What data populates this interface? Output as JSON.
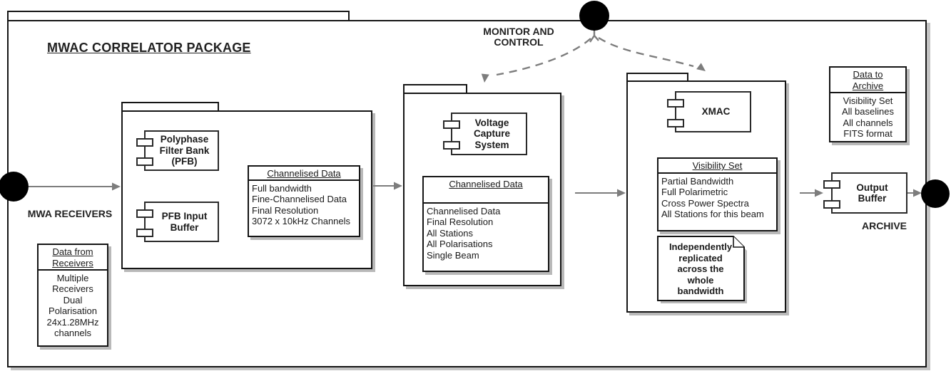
{
  "title": "MWAC CORRELATOR PACKAGE",
  "nodes": {
    "monitor_control": {
      "label": [
        "MONITOR AND",
        "CONTROL"
      ]
    },
    "mwa_receivers": {
      "label": "MWA RECEIVERS"
    },
    "archive": {
      "label": "ARCHIVE"
    }
  },
  "notes": {
    "data_from_receivers": {
      "title": [
        "Data from",
        "Receivers"
      ],
      "lines": [
        "Multiple",
        "Receivers",
        "Dual",
        "Polarisation",
        "24x1.28MHz",
        "channels"
      ]
    },
    "data_to_archive": {
      "title": [
        "Data to",
        "Archive"
      ],
      "lines": [
        "Visibility Set",
        "All baselines",
        "All channels",
        "FITS format"
      ]
    },
    "replication": {
      "lines": [
        "Independently",
        "replicated",
        "across the",
        "whole",
        "bandwidth"
      ]
    }
  },
  "pfb_package": {
    "polyphase_component": [
      "Polyphase",
      "Filter Bank",
      "(PFB)"
    ],
    "input_buffer_component": [
      "PFB Input",
      "Buffer"
    ],
    "channelised_data": {
      "title": "Channelised Data",
      "lines": [
        "Full bandwidth",
        "Fine-Channelised Data",
        "Final Resolution",
        "3072 x 10kHz Channels"
      ]
    }
  },
  "vcs_package": {
    "component": [
      "Voltage",
      "Capture",
      "System"
    ],
    "channelised_data": {
      "title": "Channelised Data",
      "lines": [
        "Channelised Data",
        "Final Resolution",
        "All Stations",
        "All Polarisations",
        "Single Beam"
      ]
    }
  },
  "xmac_package": {
    "component": "XMAC",
    "visibility_set": {
      "title": "Visibility Set",
      "lines": [
        "Partial Bandwidth",
        "Full Polarimetric",
        "Cross Power Spectra",
        "All Stations for this beam"
      ]
    }
  },
  "output_buffer_component": [
    "Output",
    "Buffer"
  ],
  "colors": {
    "line": "#151515",
    "shadow": "#b9b9b9",
    "arrow": "#7d7d7d",
    "node_fill": "#000000",
    "background": "#ffffff"
  }
}
